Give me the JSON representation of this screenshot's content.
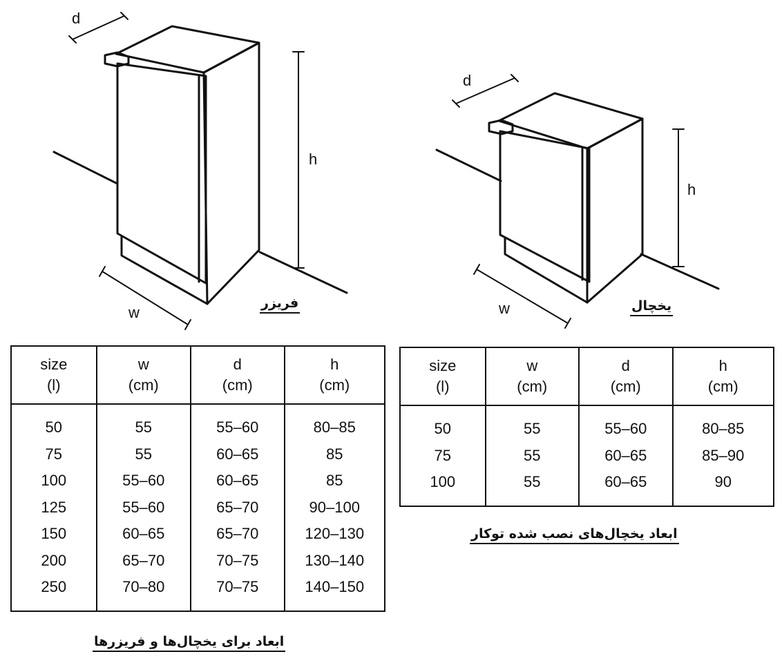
{
  "freezer": {
    "caption": "فریزر",
    "labels": {
      "d": "d",
      "h": "h",
      "w": "w"
    }
  },
  "fridge": {
    "caption": "یخچال",
    "labels": {
      "d": "d",
      "h": "h",
      "w": "w"
    }
  },
  "table_main": {
    "caption": "ابعاد برای یخچال‌ها و فریزرها",
    "headers": [
      {
        "name": "size",
        "unit": "(l)"
      },
      {
        "name": "w",
        "unit": "(cm)"
      },
      {
        "name": "d",
        "unit": "(cm)"
      },
      {
        "name": "h",
        "unit": "(cm)"
      }
    ],
    "rows": [
      [
        "50",
        "55",
        "55–60",
        "80–85"
      ],
      [
        "75",
        "55",
        "60–65",
        "85"
      ],
      [
        "100",
        "55–60",
        "60–65",
        "85"
      ],
      [
        "125",
        "55–60",
        "65–70",
        "90–100"
      ],
      [
        "150",
        "60–65",
        "65–70",
        "120–130"
      ],
      [
        "200",
        "65–70",
        "70–75",
        "130–140"
      ],
      [
        "250",
        "70–80",
        "70–75",
        "140–150"
      ]
    ]
  },
  "table_builtin": {
    "caption": "ابعاد یخچال‌های نصب شده توکار",
    "headers": [
      {
        "name": "size",
        "unit": "(l)"
      },
      {
        "name": "w",
        "unit": "(cm)"
      },
      {
        "name": "d",
        "unit": "(cm)"
      },
      {
        "name": "h",
        "unit": "(cm)"
      }
    ],
    "rows": [
      [
        "50",
        "55",
        "55–60",
        "80–85"
      ],
      [
        "75",
        "55",
        "60–65",
        "85–90"
      ],
      [
        "100",
        "55",
        "60–65",
        "90"
      ]
    ]
  }
}
